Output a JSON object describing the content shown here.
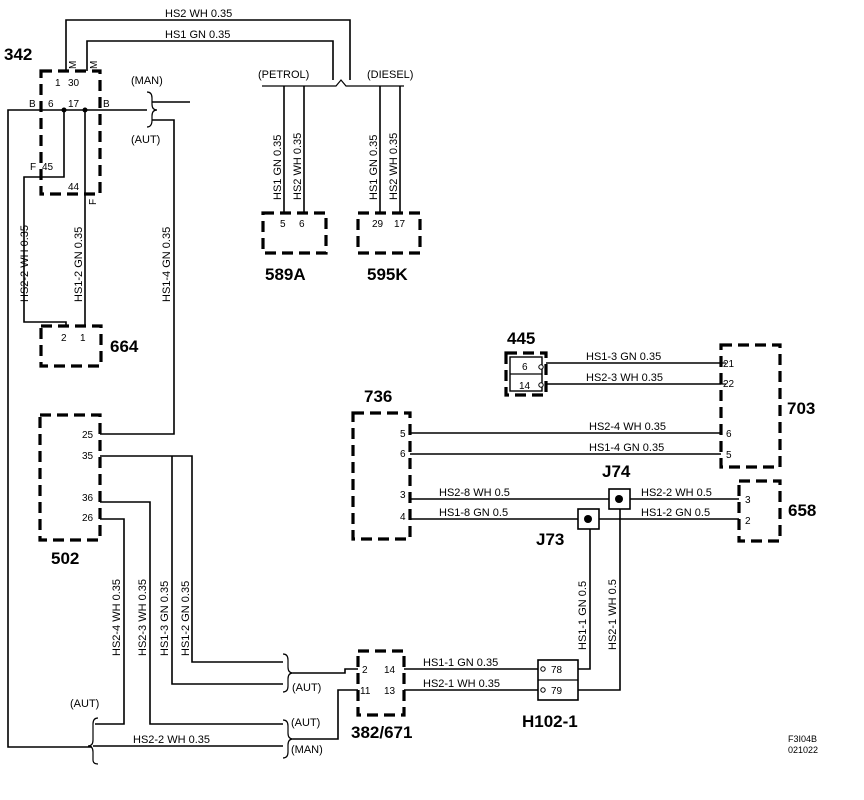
{
  "components": {
    "c342": "342",
    "c664": "664",
    "c502": "502",
    "c589A": "589A",
    "c595K": "595K",
    "c445": "445",
    "c703": "703",
    "c736": "736",
    "c658": "658",
    "cJ74": "J74",
    "cJ73": "J73",
    "c382": "382/671",
    "cH102": "H102-1"
  },
  "wires": {
    "hs2_top": "HS2  WH  0.35",
    "hs1_top": "HS1  GN  0.35",
    "hs1_589": "HS1  GN  0.35",
    "hs2_589": "HS2  WH  0.35",
    "hs1_595": "HS1  GN  0.35",
    "hs2_595": "HS2  WH  0.35",
    "hs2_2_left": "HS2-2  WH  0.35",
    "hs1_2_left": "HS1-2  GN  0.35",
    "hs1_4_left": "HS1-4  GN  0.35",
    "hs1_3_445": "HS1-3  GN  0.35",
    "hs2_3_445": "HS2-3  WH  0.35",
    "hs2_4_736": "HS2-4  WH  0.35",
    "hs1_4_736": "HS1-4  GN  0.35",
    "hs2_8": "HS2-8  WH  0.5",
    "hs1_8": "HS1-8  GN  0.5",
    "hs2_2_658": "HS2-2  WH 0.5",
    "hs1_2_658": "HS1-2  GN  0.5",
    "hs1_1_v": "HS1-1  GN  0.5",
    "hs2_1_v": "HS2-1  WH  0.5",
    "hs2_4_502": "HS2-4  WH  0.35",
    "hs1_3_502": "HS1-3  GN  0.35",
    "hs2_3_502": "HS2-3  WH  0.35",
    "hs1_2_502": "HS1-2  GN  0.35",
    "hs1_1_h": "HS1-1 GN  0.35",
    "hs2_1_h": "HS2-1  WH  0.35",
    "hs2_2_bottom": "HS2-2   WH  0.35"
  },
  "pins": {
    "p342_1": "1",
    "p342_30": "30",
    "p342_M1": "M",
    "p342_M2": "M",
    "p342_B1": "B",
    "p342_6": "6",
    "p342_17": "17",
    "p342_B2": "B",
    "p342_F1": "F",
    "p342_45": "45",
    "p342_44": "44",
    "p342_F2": "F",
    "p664_2": "2",
    "p664_1": "1",
    "p589_5": "5",
    "p589_6": "6",
    "p595_29": "29",
    "p595_17": "17",
    "p445_6": "6",
    "p445_14": "14",
    "p703_21": "21",
    "p703_22": "22",
    "p703_6": "6",
    "p703_5": "5",
    "p736_5": "5",
    "p736_6": "6",
    "p736_3": "3",
    "p736_4": "4",
    "p658_3": "3",
    "p658_2": "2",
    "p502_25": "25",
    "p502_35": "35",
    "p502_36": "36",
    "p502_26": "26",
    "p382_2": "2",
    "p382_14": "14",
    "p382_11": "11",
    "p382_13": "13",
    "pH_78": "78",
    "pH_79": "79"
  },
  "notes": {
    "man_top": "(MAN)",
    "aut_top": "(AUT)",
    "petrol": "(PETROL)",
    "diesel": "(DIESEL)",
    "aut_382a": "(AUT)",
    "aut_382b": "(AUT)",
    "man_382": "(MAN)",
    "aut_left": "(AUT)"
  },
  "ref": {
    "fig": "F3I04B",
    "date": "021022"
  }
}
